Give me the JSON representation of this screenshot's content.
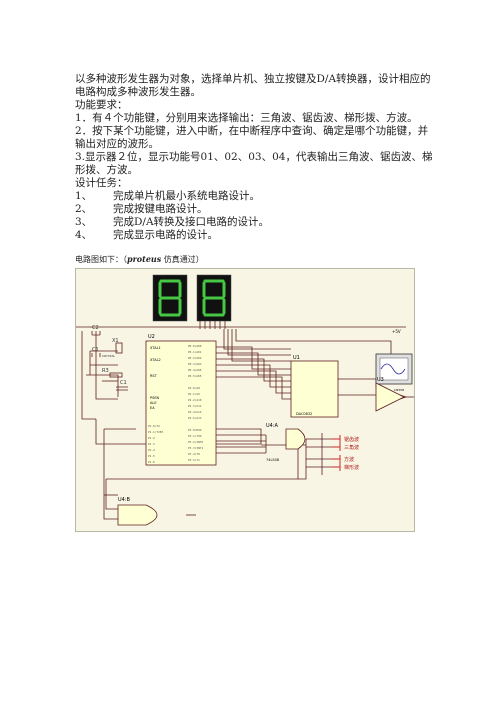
{
  "paragraphs": [
    "以多种波形发生器为对象，选择单片机、独立按键及D/A转换器，设计相应的电路构成多种波形发生器。",
    "功能要求：",
    "1．有４个功能键，分别用来选择输出：三角波、锯齿波、梯形拨、方波。",
    "2．按下某个功能键，进入中断，在中断程序中查询、确定是哪个功能键，并输出对应的波形。",
    "3.显示器２位，显示功能号01、02、03、04，代表输出三角波、锯齿波、梯形拨、方波。",
    "设计任务："
  ],
  "tasks": [
    {
      "num": "1、",
      "text": "完成单片机最小系统电路设计。"
    },
    {
      "num": "2、",
      "text": "完成按键电路设计。"
    },
    {
      "num": "3、",
      "text": "完成D/A转换及接口电路的设计。"
    },
    {
      "num": "4、",
      "text": "完成显示电路的设计。"
    }
  ],
  "caption": {
    "prefix": "电路图如下：（",
    "software": "proteus",
    "suffix": " 仿真通过）"
  },
  "schematic": {
    "labels": {
      "c2": "C2",
      "c1": "C1",
      "x1": "X1",
      "r3": "R3",
      "c1b": "C1",
      "crystal": "CRYSTAL",
      "u2": "U2",
      "u1": "U1",
      "u3": "U3",
      "u4a": "U4:A",
      "u4b": "U4:B",
      "pin_xtal1": "XTAL1",
      "pin_xtal2": "XTAL2",
      "pin_rst": "RST",
      "pin_psen": "PSEN",
      "pin_ale": "ALE",
      "pin_ea": "EA",
      "chip_u1": "DAC0832",
      "chip_u3": "LM358",
      "chip_u4": "74LS08",
      "vcc": "+5V",
      "key1": "锯齿波",
      "key2": "三角波",
      "key3": "方波",
      "key4": "梯形波"
    },
    "colors": {
      "wire": "#5c1f1f",
      "chip_fill": "#ffffd4",
      "segment": "#46c845",
      "display_bg": "#111111",
      "pin": "#c00000",
      "key": "#c82828"
    }
  }
}
